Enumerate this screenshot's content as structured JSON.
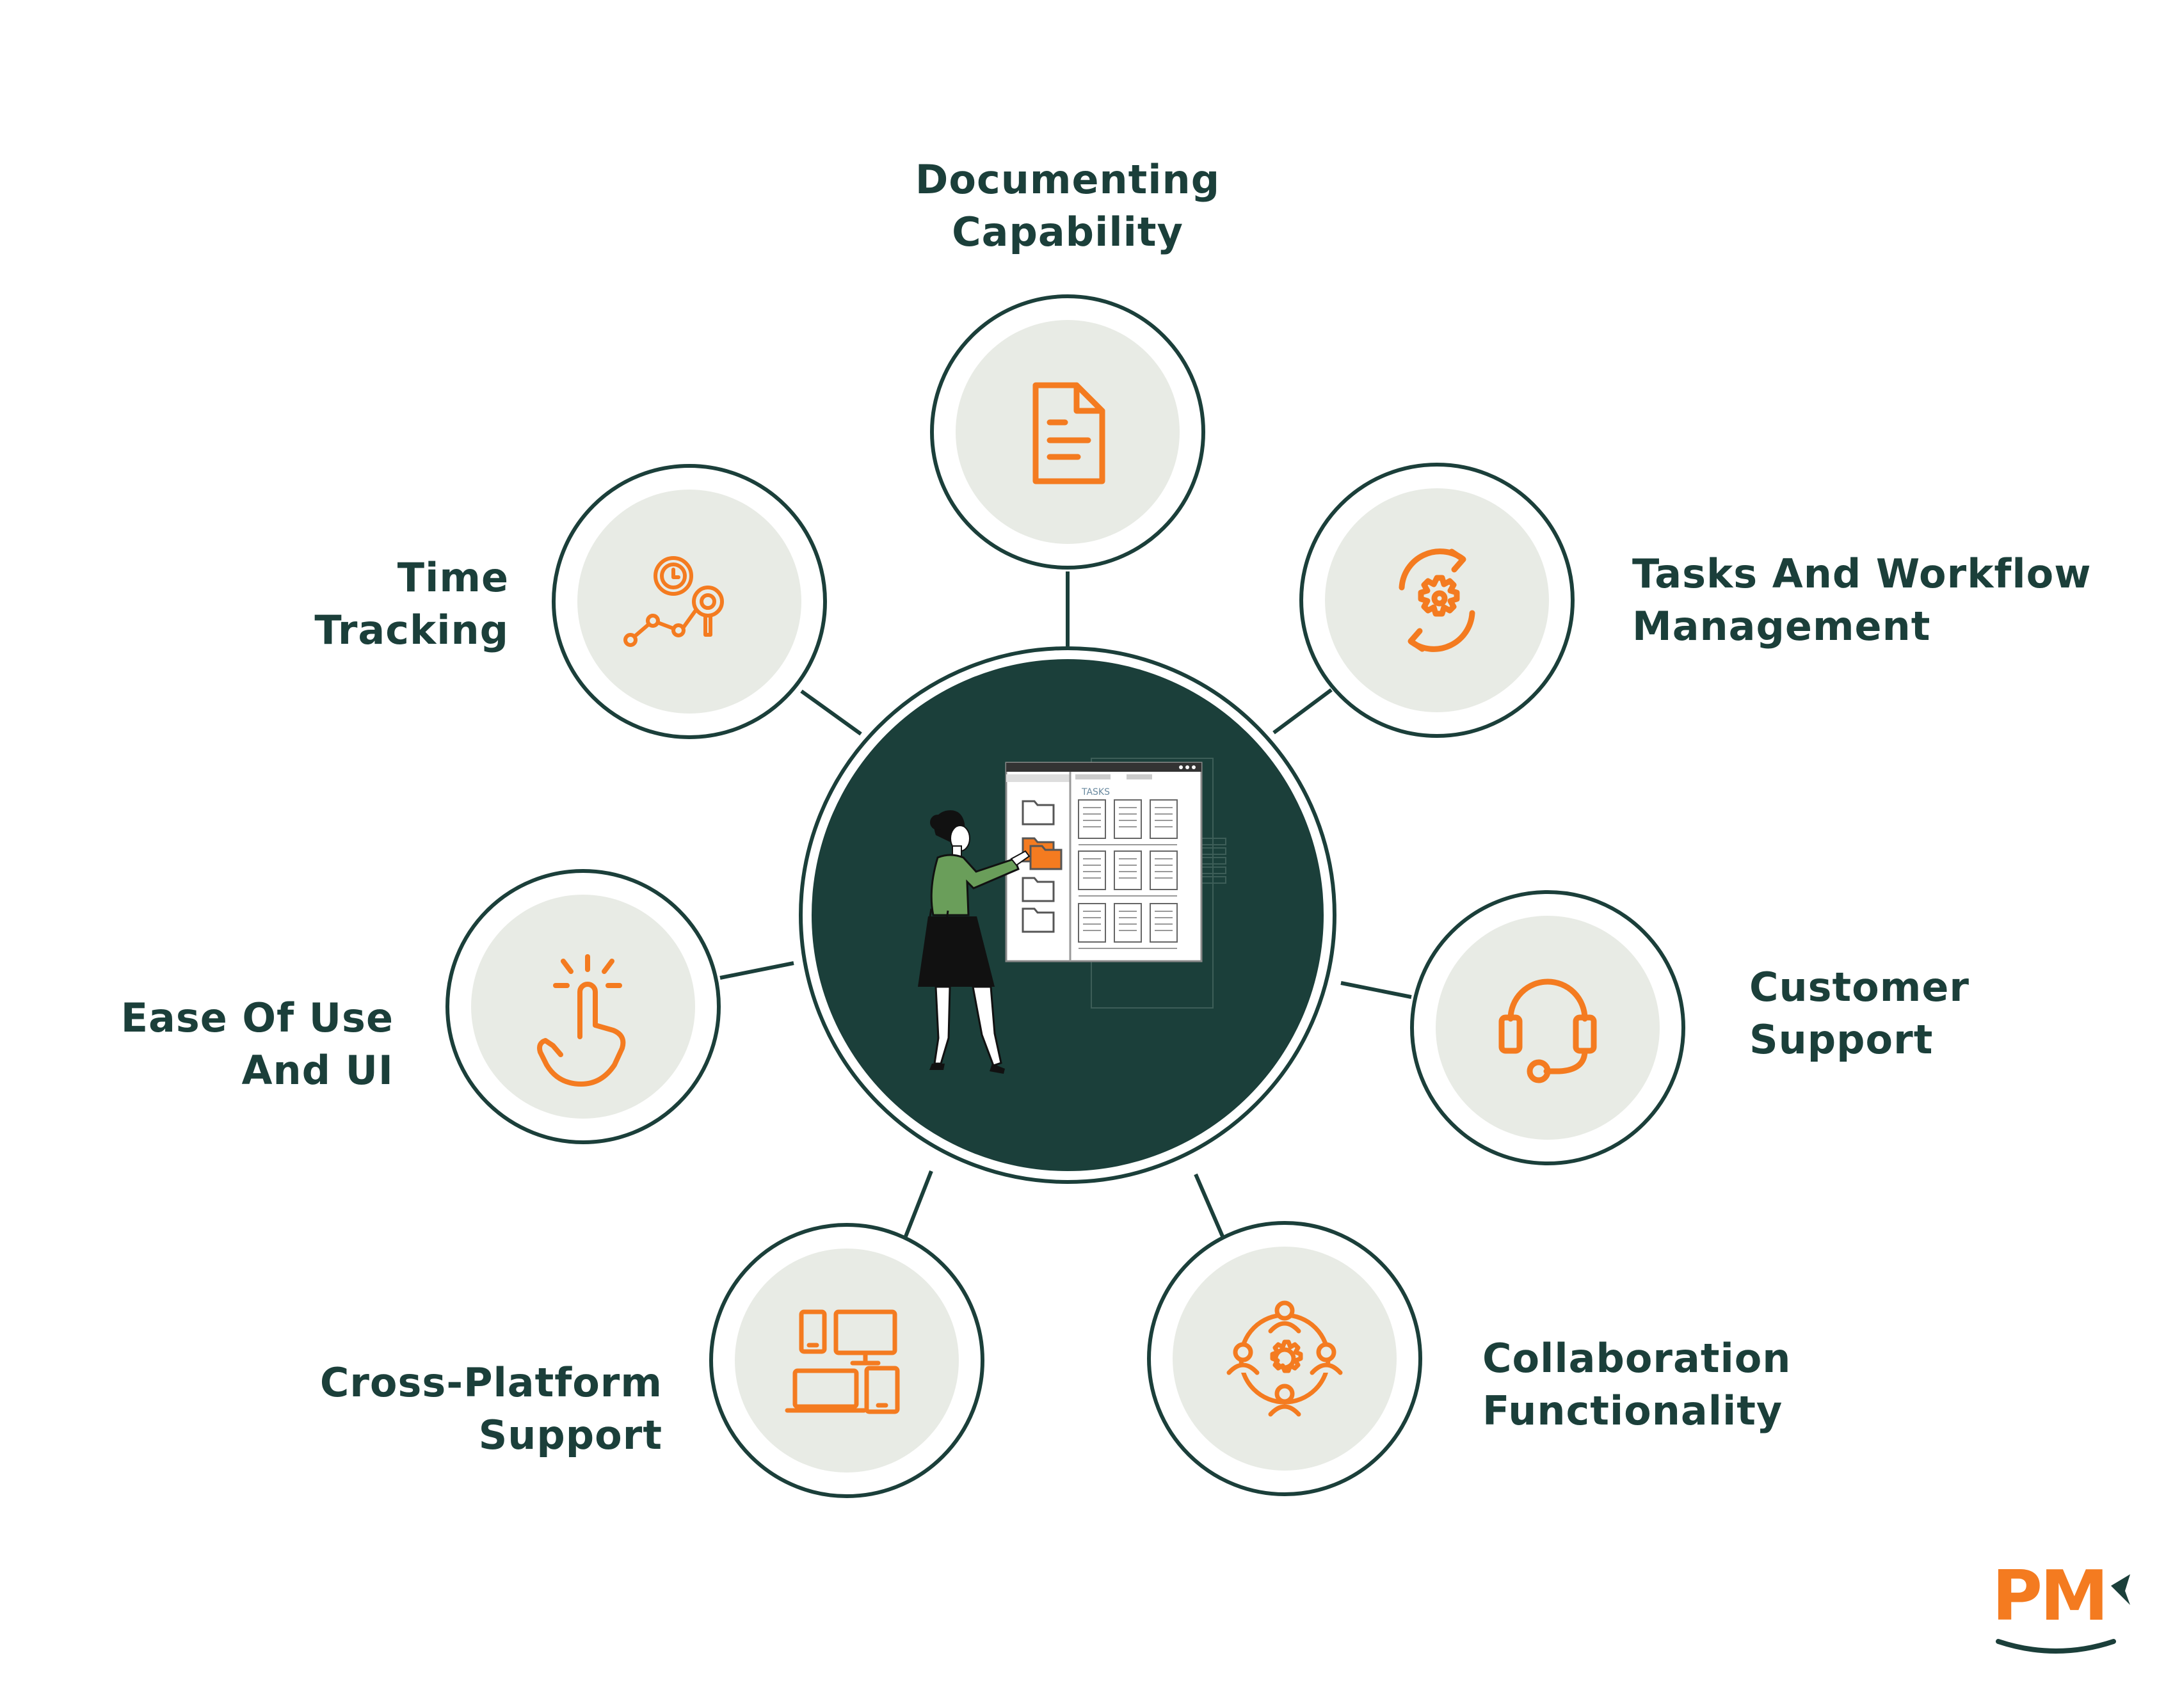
{
  "colors": {
    "dark_green": "#1b3f3a",
    "orange": "#f47b20",
    "light_gray": "#e8ebe5",
    "shirt_green": "#6a9e5a"
  },
  "center": {
    "illustration_icon": "woman-at-task-board-icon",
    "board_heading": "TASKS"
  },
  "features": [
    {
      "id": "documenting",
      "lines": [
        "Documenting",
        "Capability"
      ],
      "icon": "document-icon"
    },
    {
      "id": "tasks-workflow",
      "lines": [
        "Tasks And Workflow",
        "Management"
      ],
      "icon": "gear-cycle-icon"
    },
    {
      "id": "customer-support",
      "lines": [
        "Customer",
        "Support"
      ],
      "icon": "headset-icon"
    },
    {
      "id": "collaboration",
      "lines": [
        "Collaboration",
        "Functionality"
      ],
      "icon": "team-network-icon"
    },
    {
      "id": "cross-platform",
      "lines": [
        "Cross-Platform",
        "Support"
      ],
      "icon": "devices-icon"
    },
    {
      "id": "ease-of-use",
      "lines": [
        "Ease Of Use",
        "And UI"
      ],
      "icon": "tap-hand-icon"
    },
    {
      "id": "time-tracking",
      "lines": [
        "Time",
        "Tracking"
      ],
      "icon": "time-analytics-icon"
    }
  ],
  "logo": {
    "text": "PM",
    "icon": "pm-logo-icon"
  }
}
